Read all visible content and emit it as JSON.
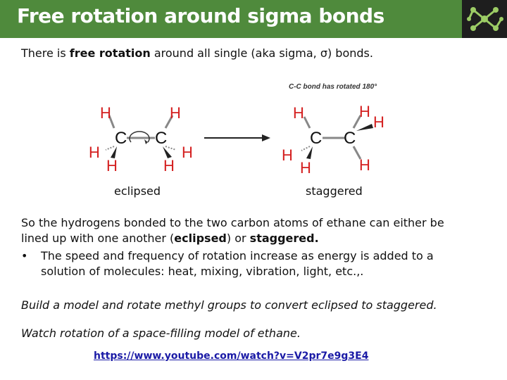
{
  "slide": {
    "title": "Free rotation around sigma bonds",
    "intro_part1": "There is ",
    "intro_bold": "free rotation",
    "intro_part2": " around all single (aka sigma, σ) bonds.",
    "figure": {
      "rotation_note": "C-C bond has rotated 180°",
      "eclipsed_label": "eclipsed",
      "staggered_label": "staggered",
      "atom_h": "H",
      "atom_c": "C"
    },
    "para_line1": "So the hydrogens bonded to the two carbon atoms of ethane can either be",
    "para_line2_a": "lined up with one another (",
    "para_line2_b": "eclipsed",
    "para_line2_c": ") or ",
    "para_line2_d": "staggered.",
    "bullet_symbol": "•",
    "bullet_line1": "The speed and frequency of rotation increase as energy is added to a",
    "bullet_line2": "solution of molecules: heat, mixing, vibration, light, etc.,.",
    "italic1": "Build a model and rotate methyl groups to convert eclipsed to staggered.",
    "italic2": "Watch rotation of a space-filling model of ethane.",
    "link": "https://www.youtube.com/watch?v=V2pr7e9g3E4"
  },
  "colors": {
    "header": "#4f8a3c",
    "atom_h": "#d42020",
    "atom_c": "#111111",
    "link": "#1a1aa6"
  },
  "icons": {
    "logo": "molecule-network-icon",
    "arrow": "right-arrow-icon"
  }
}
